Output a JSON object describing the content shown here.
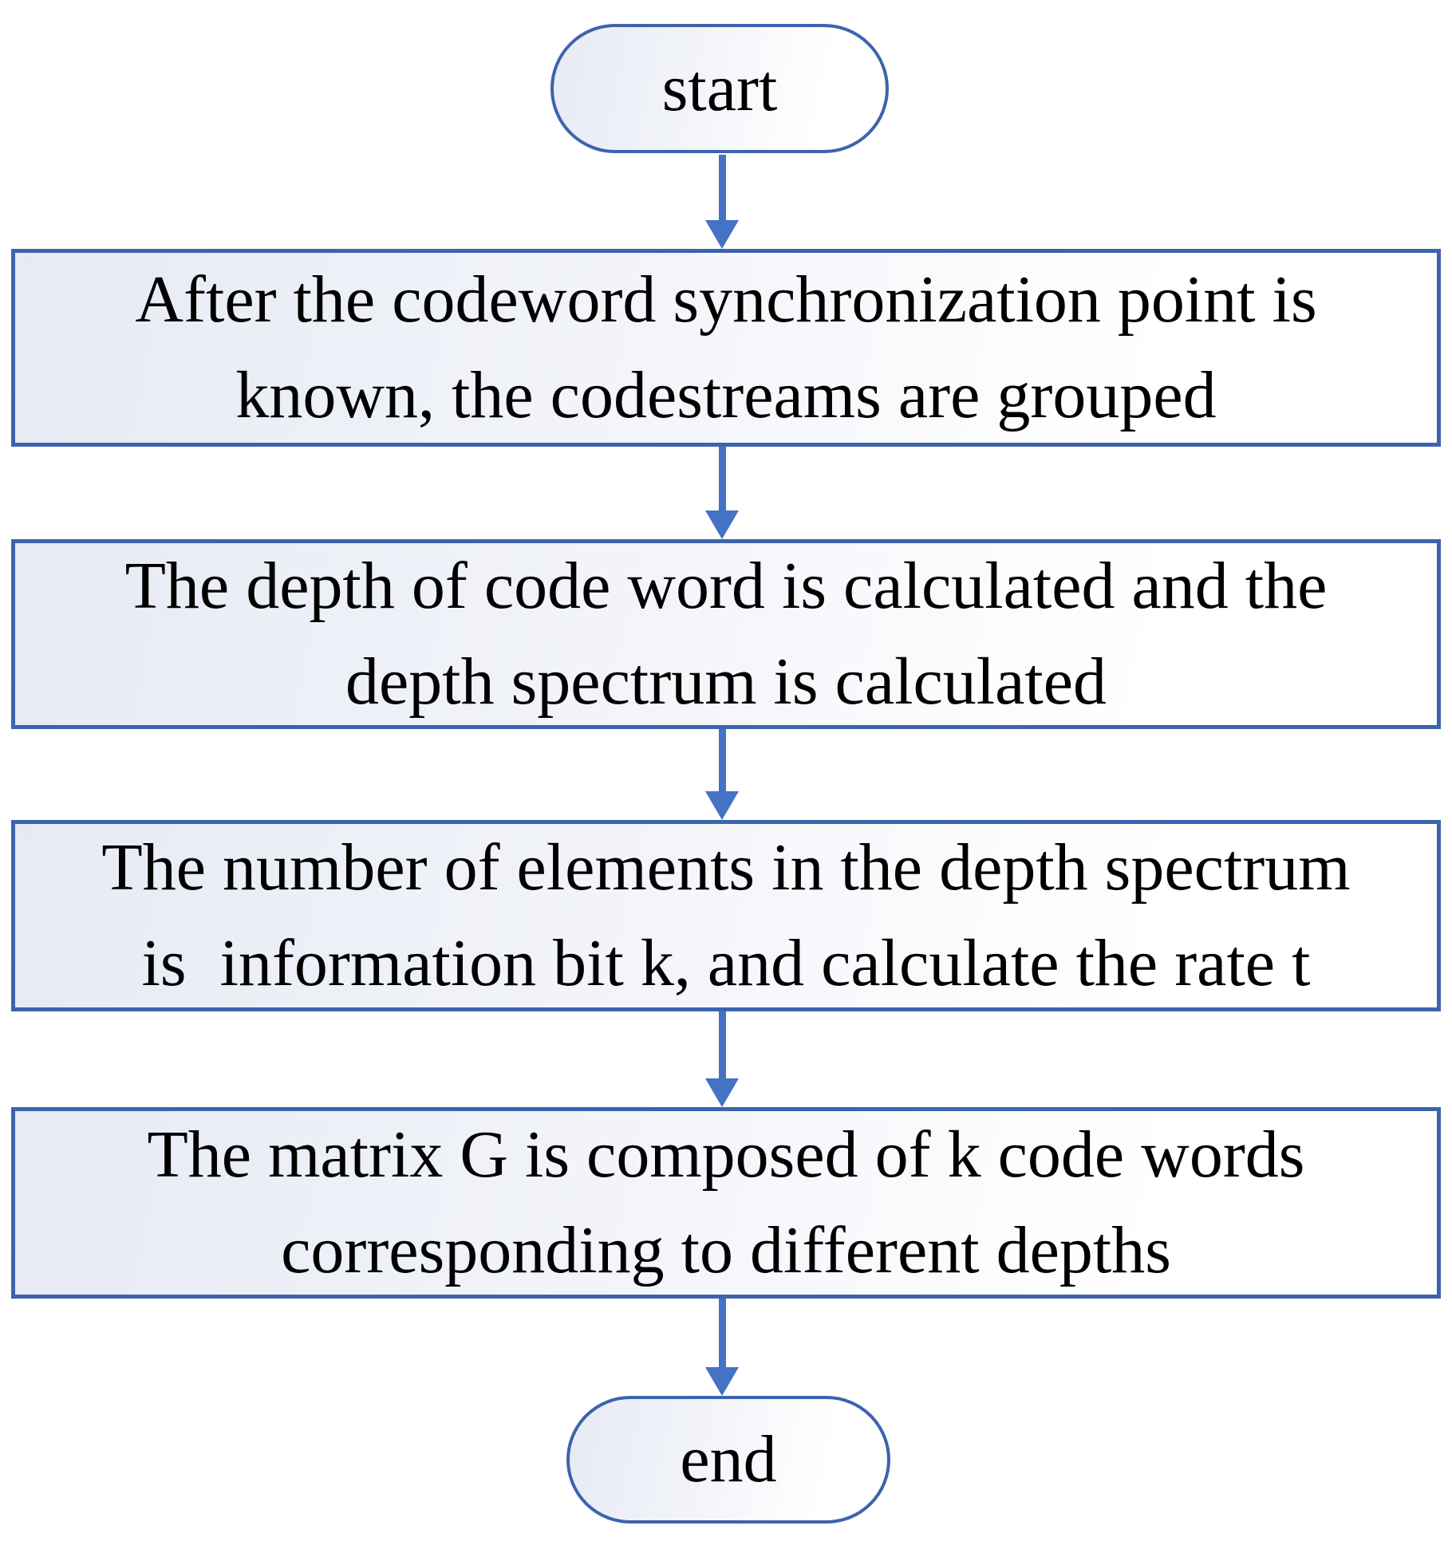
{
  "diagram": {
    "type": "flowchart",
    "start": {
      "label": "start"
    },
    "end": {
      "label": "end"
    },
    "steps": [
      {
        "lines": [
          "After the codeword synchronization point is",
          "known, the codestreams are grouped"
        ]
      },
      {
        "lines": [
          "The depth of code word is calculated and the",
          "depth spectrum is calculated"
        ]
      },
      {
        "lines": [
          "The number of elements in the depth spectrum",
          "is  information bit k, and calculate the rate t"
        ]
      },
      {
        "lines": [
          "The matrix G is composed of k code words",
          "corresponding to different depths"
        ]
      }
    ],
    "colors": {
      "node_border": "#3D63AC",
      "arrow": "#4472C4",
      "node_fill_light": "#E7EAF4",
      "node_fill_white": "#FFFFFF",
      "text": "#000000",
      "background": "#FFFFFF"
    }
  }
}
